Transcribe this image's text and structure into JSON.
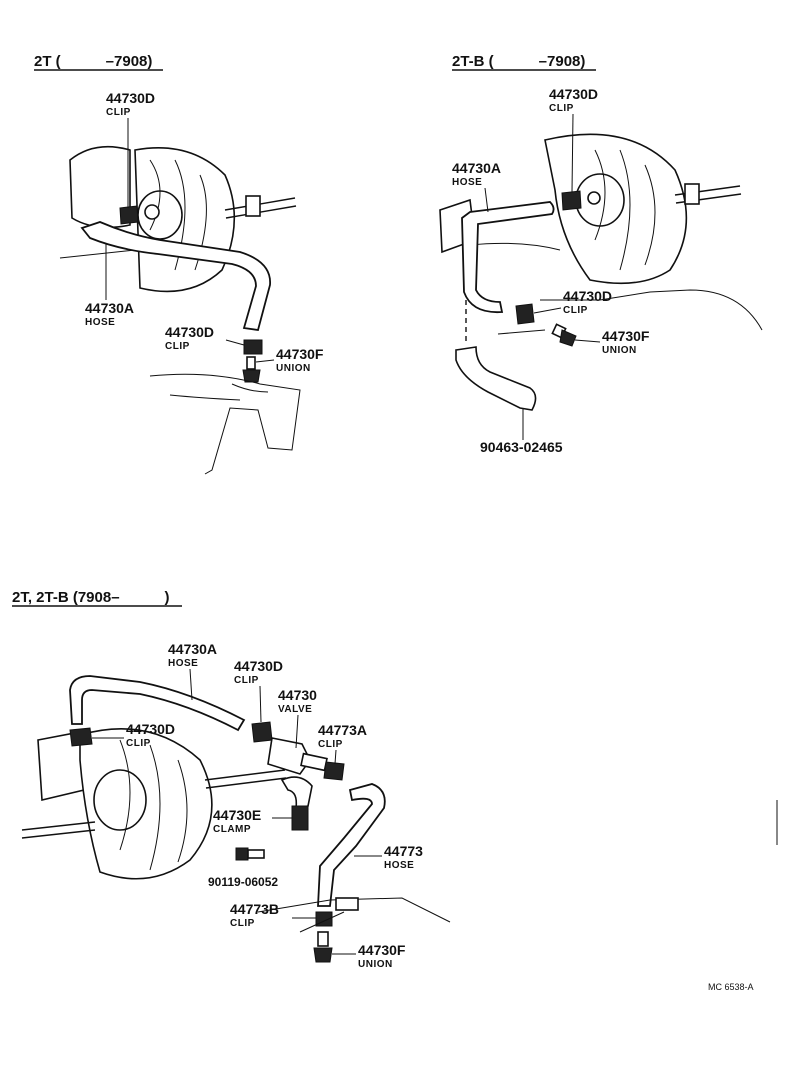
{
  "sections": [
    {
      "title": "2T (   –7908)",
      "callouts": [
        {
          "part": "44730D",
          "name": "CLIP"
        },
        {
          "part": "44730A",
          "name": "HOSE"
        },
        {
          "part": "44730D",
          "name": "CLIP"
        },
        {
          "part": "44730F",
          "name": "UNION"
        }
      ]
    },
    {
      "title": "2T-B (   –7908)",
      "callouts": [
        {
          "part": "44730D",
          "name": "CLIP"
        },
        {
          "part": "44730A",
          "name": "HOSE"
        },
        {
          "part": "44730D",
          "name": "CLIP"
        },
        {
          "part": "44730F",
          "name": "UNION"
        },
        {
          "part": "90463-02465",
          "name": ""
        }
      ]
    },
    {
      "title": "2T, 2T-B (7908–   )",
      "callouts": [
        {
          "part": "44730A",
          "name": "HOSE"
        },
        {
          "part": "44730D",
          "name": "CLIP"
        },
        {
          "part": "44730",
          "name": "VALVE"
        },
        {
          "part": "44730D",
          "name": "CLIP"
        },
        {
          "part": "44773A",
          "name": "CLIP"
        },
        {
          "part": "44730E",
          "name": "CLAMP"
        },
        {
          "part": "44773",
          "name": "HOSE"
        },
        {
          "part": "90119-06052",
          "name": ""
        },
        {
          "part": "44773B",
          "name": "CLIP"
        },
        {
          "part": "44730F",
          "name": "UNION"
        }
      ]
    }
  ],
  "footer_code": "MC 6538-A"
}
